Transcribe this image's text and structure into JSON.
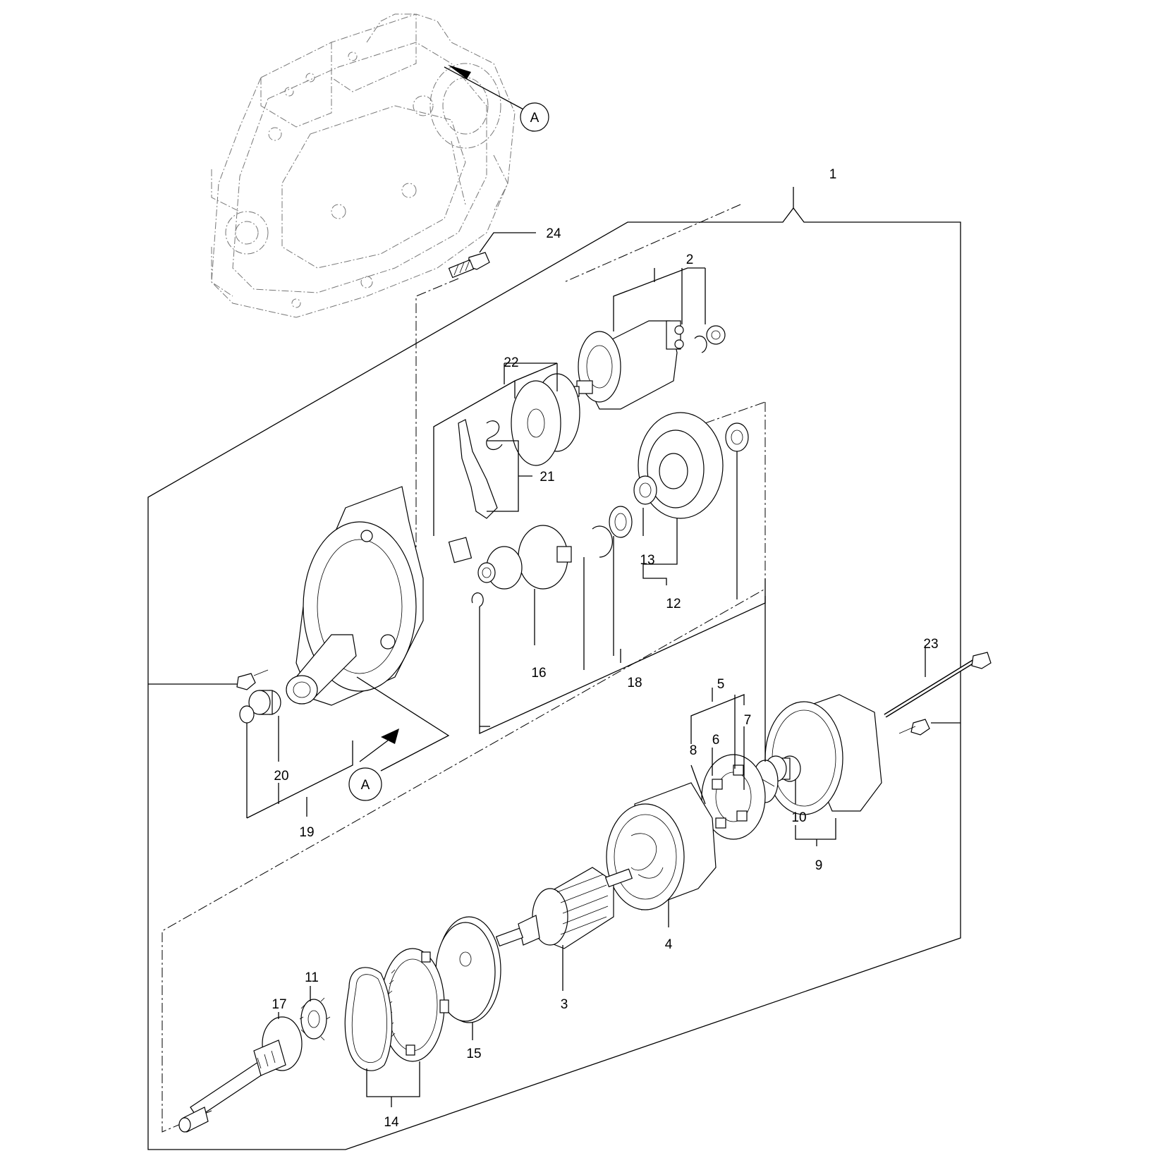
{
  "callouts": {
    "item_1": "1",
    "item_2": "2",
    "item_3": "3",
    "item_4": "4",
    "item_5": "5",
    "item_6": "6",
    "item_7": "7",
    "item_8": "8",
    "item_9": "9",
    "item_10": "10",
    "item_11": "11",
    "item_12": "12",
    "item_13": "13",
    "item_14": "14",
    "item_15": "15",
    "item_16": "16",
    "item_17": "17",
    "item_18": "18",
    "item_19": "19",
    "item_20": "20",
    "item_21": "21",
    "item_22": "22",
    "item_23": "23",
    "item_24": "24"
  },
  "view_markers": {
    "top": "A",
    "bottom": "A"
  }
}
